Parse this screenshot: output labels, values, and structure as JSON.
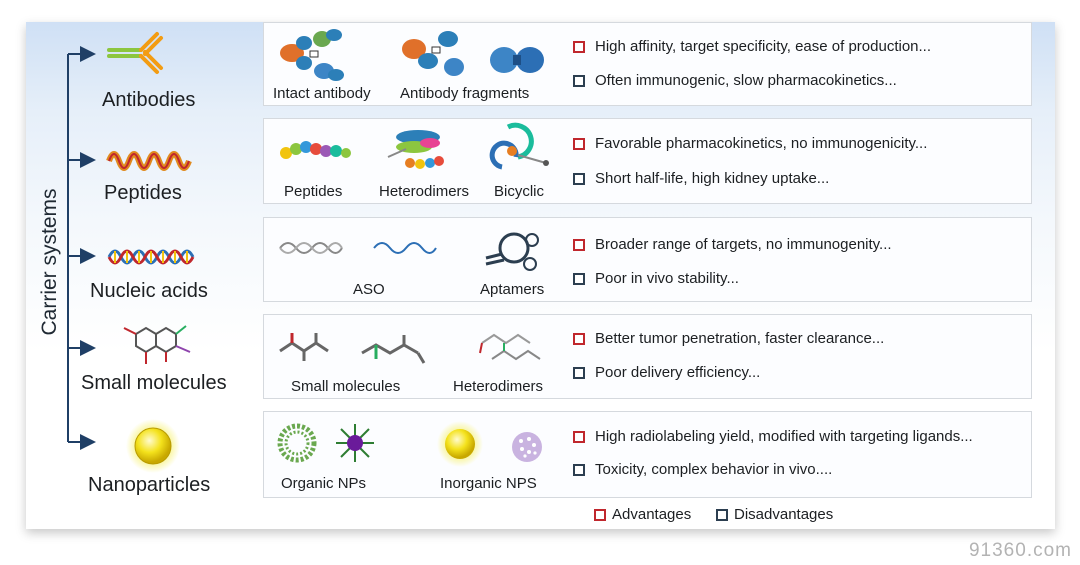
{
  "title": "Carrier systems",
  "carriers": [
    {
      "label": "Antibodies",
      "items": [
        "Intact antibody",
        "Antibody fragments"
      ],
      "advantage": "High affinity, target specificity, ease of production...",
      "disadvantage": "Often immunogenic, slow pharmacokinetics..."
    },
    {
      "label": "Peptides",
      "items": [
        "Peptides",
        "Heterodimers",
        "Bicyclic"
      ],
      "advantage": "Favorable pharmacokinetics, no immunogenicity...",
      "disadvantage": "Short half-life, high kidney uptake..."
    },
    {
      "label": "Nucleic acids",
      "items": [
        "ASO",
        "Aptamers"
      ],
      "advantage": "Broader range of targets, no immunogenity...",
      "disadvantage": "Poor in vivo stability..."
    },
    {
      "label": "Small molecules",
      "items": [
        "Small molecules",
        "Heterodimers"
      ],
      "advantage": "Better tumor penetration, faster clearance...",
      "disadvantage": "Poor delivery efficiency..."
    },
    {
      "label": "Nanoparticles",
      "items": [
        "Organic NPs",
        "Inorganic NPS"
      ],
      "advantage": "High radiolabeling yield, modified with targeting ligands...",
      "disadvantage": "Toxicity, complex behavior in vivo...."
    }
  ],
  "legend": {
    "advantages": "Advantages",
    "disadvantages": "Disadvantages"
  },
  "colors": {
    "advantage": "#c0272d",
    "disadvantage": "#2c3e50",
    "arrow": "#1f3f66"
  },
  "watermark": "91360.com"
}
